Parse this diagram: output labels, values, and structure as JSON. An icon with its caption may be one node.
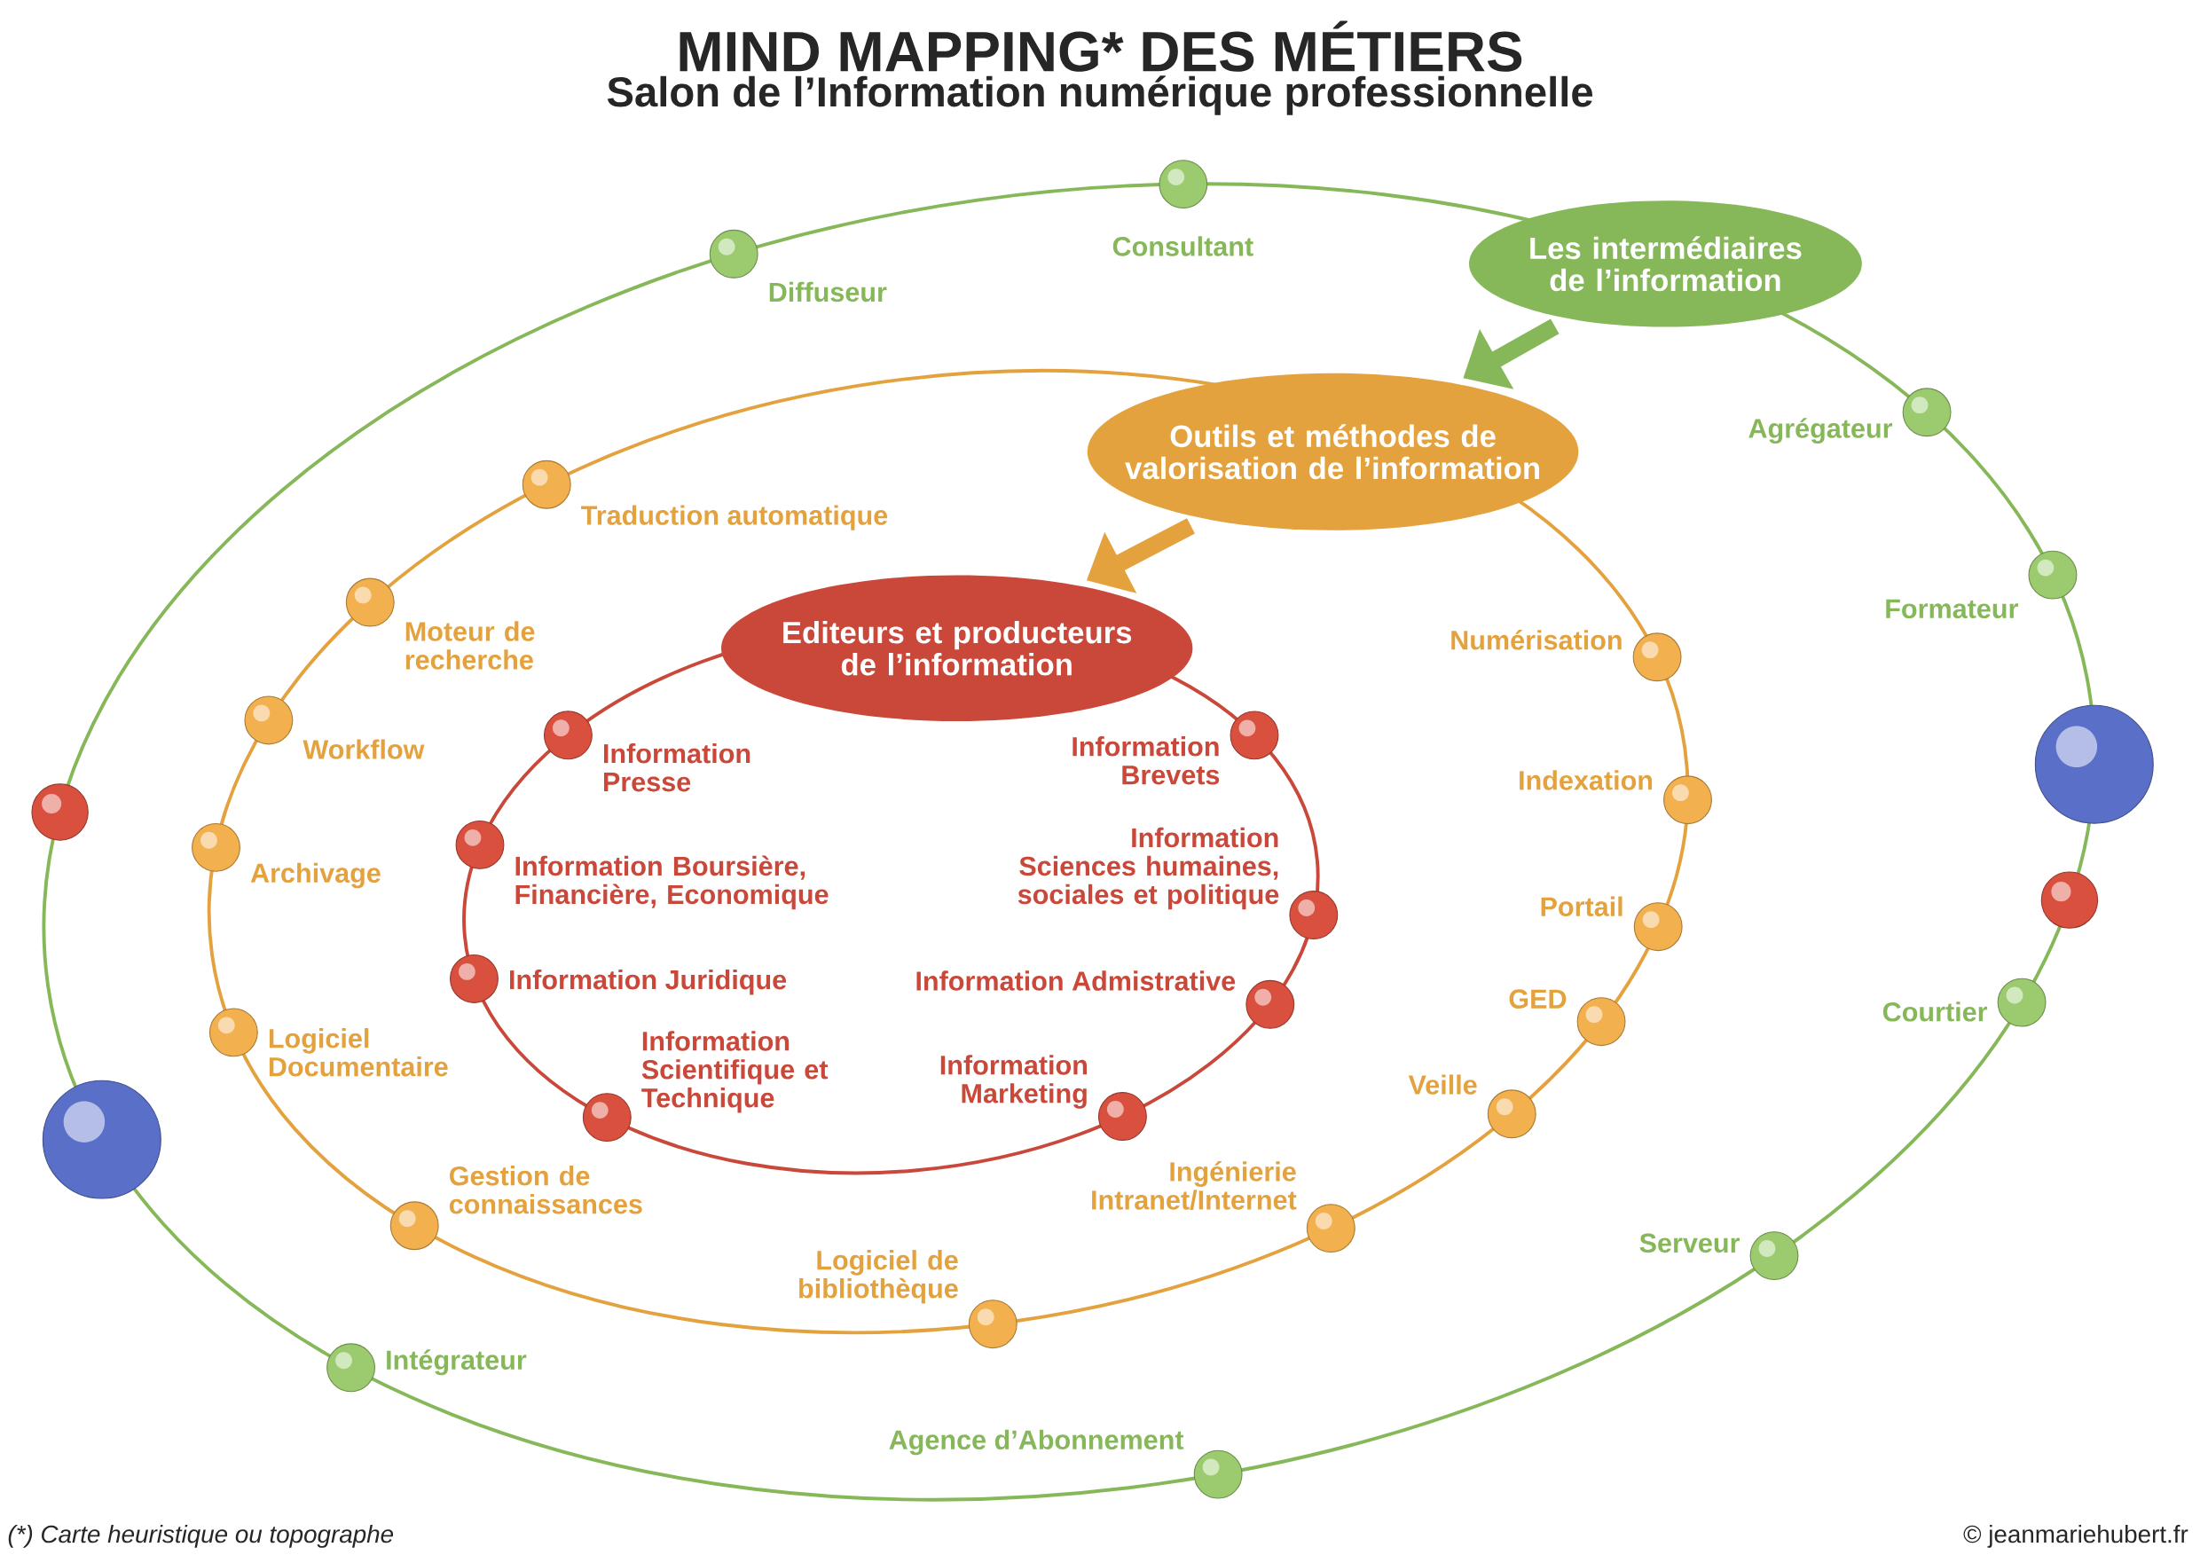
{
  "diagram": {
    "title": "MIND MAPPING* DES MÉTIERS",
    "nodes": [
      {
        "text": [
          "Les intermédiaires de l’information"
        ]
      },
      {
        "text": [
          "Outils et méthodes de valorisation de l’information"
        ]
      },
      {
        "text": [
          "Editeurs et producteurs de l’information"
        ]
      },
      {
        "text": [],
        "shape": "circle",
        "beside": [
          "Diffuseur"
        ]
      },
      {
        "text": [],
        "shape": "circle",
        "beside": [
          "Consultant"
        ]
      },
      {
        "text": [],
        "shape": "circle",
        "beside": [
          "Agrégateur"
        ]
      },
      {
        "text": [],
        "shape": "circle",
        "beside": [
          "Formateur"
        ]
      },
      {
        "text": [],
        "shape": "circle"
      },
      {
        "text": [],
        "shape": "circle"
      },
      {
        "text": [],
        "shape": "circle",
        "beside": [
          "Courtier"
        ]
      },
      {
        "text": [],
        "shape": "circle",
        "beside": [
          "Serveur"
        ]
      },
      {
        "text": [],
        "shape": "circle",
        "beside": [
          "Agence d’Abonnement"
        ]
      },
      {
        "text": [],
        "shape": "circle",
        "beside": [
          "Intégrateur"
        ]
      },
      {
        "text": [],
        "shape": "circle"
      },
      {
        "text": [],
        "shape": "circle"
      },
      {
        "text": [],
        "shape": "circle",
        "beside": [
          "Traduction automatique"
        ]
      },
      {
        "text": [],
        "shape": "circle",
        "beside": [
          "Moteur de recherche"
        ]
      },
      {
        "text": [],
        "shape": "circle",
        "beside": [
          "Workflow"
        ]
      },
      {
        "text": [],
        "shape": "circle",
        "beside": [
          "Archivage"
        ]
      },
      {
        "text": [],
        "shape": "circle",
        "beside": [
          "Logiciel Documentaire"
        ]
      },
      {
        "text": [],
        "shape": "circle",
        "beside": [
          "Gestion de connaissances"
        ]
      },
      {
        "text": [],
        "shape": "circle",
        "beside": [
          "Logiciel de bibliothèque"
        ]
      },
      {
        "text": [],
        "shape": "circle",
        "beside": [
          "Ingénierie Intranet/Internet"
        ]
      },
      {
        "text": [],
        "shape": "circle",
        "beside": [
          "Veille"
        ]
      },
      {
        "text": [],
        "shape": "circle",
        "beside": [
          "GED"
        ]
      },
      {
        "text": [],
        "shape": "circle",
        "beside": [
          "Portail"
        ]
      },
      {
        "text": [],
        "shape": "circle",
        "beside": [
          "Indexation"
        ]
      },
      {
        "text": [],
        "shape": "circle",
        "beside": [
          "Numérisation"
        ]
      },
      {
        "text": [],
        "shape": "circle",
        "beside": [
          "Information Presse"
        ]
      },
      {
        "text": [],
        "shape": "circle",
        "beside": [
          "Information Boursière, Financière, Economique"
        ]
      },
      {
        "text": [],
        "shape": "circle",
        "beside": [
          "Information Juridique"
        ]
      },
      {
        "text": [],
        "shape": "circle",
        "beside": [
          "Information Scientifique et Technique"
        ]
      },
      {
        "text": [],
        "shape": "circle",
        "beside": [
          "Information Marketing"
        ]
      },
      {
        "text": [],
        "shape": "circle",
        "beside": [
          "Information Admistrative"
        ]
      },
      {
        "text": [],
        "shape": "circle",
        "beside": [
          "Information Sciences humaines, sociales et politique"
        ]
      },
      {
        "text": [],
        "shape": "circle",
        "beside": [
          "Information Brevets"
        ]
      }
    ],
    "edges": [
      {
        "from": 0,
        "to": 1,
        "arrow": "to",
        "color": "#86b85a"
      },
      {
        "from": 1,
        "to": 2,
        "arrow": "to",
        "color": "#e4a23f"
      }
    ],
    "labels": [
      "Salon de l’Information numérique professionnelle",
      "(*) Carte heuristique ou topographe",
      "© jeanmariehubert.fr"
    ]
  }
}
